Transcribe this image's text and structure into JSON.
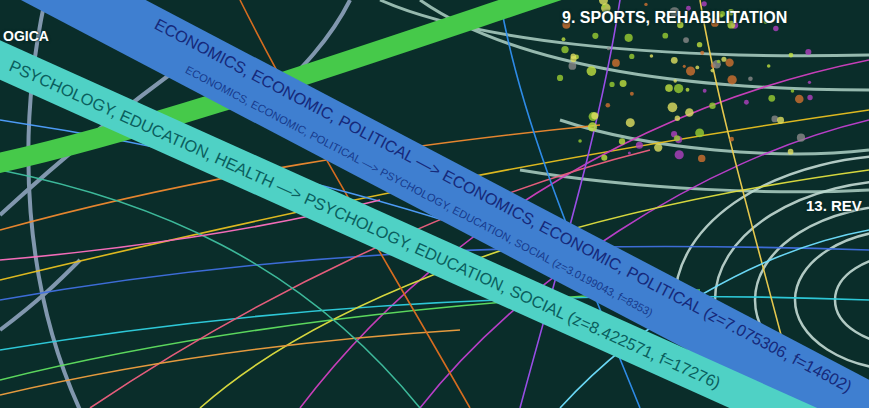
{
  "diagram": {
    "labels": [
      "OGICA",
      "9. SPORTS, REHABILITATION",
      "ECONOMICS, ECONOMIC, POLITICAL —> ECONOMICS, ECONOMIC, POLITICAL (z=7.075306, f=14602)",
      "ECONOMICS, ECONOMIC, POLITICAL —> PSYCHOLOGY, EDUCATION, SOCIAL (z=3.0199043, f=8353)",
      "PSYCHOLOGY, EDUCATION, HEALTH —> PSYCHOLOGY, EDUCATION, SOCIAL (z=8.422571, f=17276)",
      "13. REV"
    ]
  }
}
